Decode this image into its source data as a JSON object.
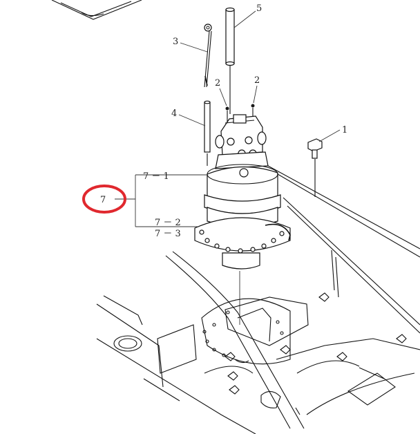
{
  "diagram": {
    "callouts": [
      {
        "id": "c1",
        "text": "1"
      },
      {
        "id": "c2a",
        "text": "2"
      },
      {
        "id": "c2b",
        "text": "2"
      },
      {
        "id": "c3",
        "text": "3"
      },
      {
        "id": "c4",
        "text": "4"
      },
      {
        "id": "c5",
        "text": "5"
      },
      {
        "id": "c7",
        "text": "7"
      },
      {
        "id": "c71",
        "text": "7 － 1"
      },
      {
        "id": "c72",
        "text": "7 － 2"
      },
      {
        "id": "c73",
        "text": "7 － 3"
      }
    ],
    "highlight_color": "#e0282e"
  }
}
